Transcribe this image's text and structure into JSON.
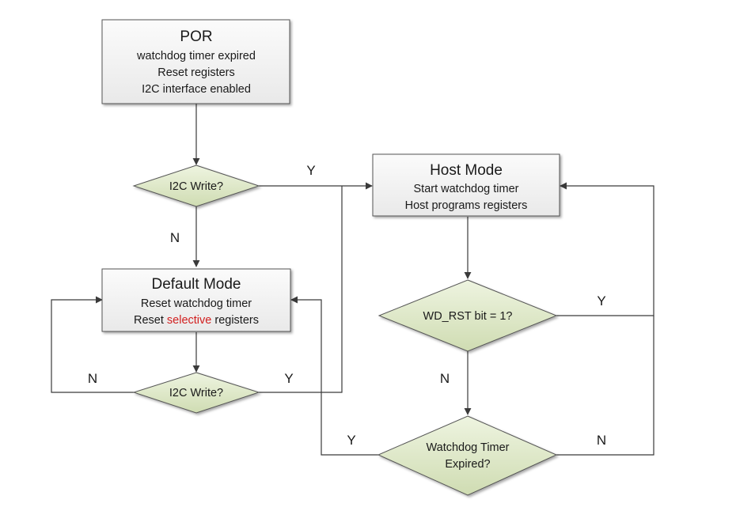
{
  "nodes": {
    "por": {
      "title": "POR",
      "lines": [
        "watchdog timer expired",
        "Reset registers",
        "I2C interface enabled"
      ]
    },
    "host_mode": {
      "title": "Host Mode",
      "lines": [
        "Start watchdog timer",
        "Host programs registers"
      ]
    },
    "default_mode": {
      "title": "Default Mode",
      "line1": "Reset watchdog timer",
      "line2_pre": "Reset ",
      "line2_highlight": "selective",
      "line2_post": " registers"
    },
    "i2c_write_top": {
      "label": "I2C Write?"
    },
    "i2c_write_bottom": {
      "label": "I2C Write?"
    },
    "wd_rst": {
      "label": "WD_RST bit = 1?"
    },
    "wdt_expired": {
      "lines": [
        "Watchdog Timer",
        "Expired?"
      ]
    }
  },
  "edges": {
    "i2c_top_yes": "Y",
    "i2c_top_no": "N",
    "i2c_bottom_no": "N",
    "i2c_bottom_yes": "Y",
    "wd_rst_yes": "Y",
    "wd_rst_no": "N",
    "wdt_yes": "Y",
    "wdt_no": "N"
  },
  "colors": {
    "box_fill": "#f2f2f2",
    "decision_fill": "#d7e4bd",
    "highlight": "#d21f1f"
  }
}
